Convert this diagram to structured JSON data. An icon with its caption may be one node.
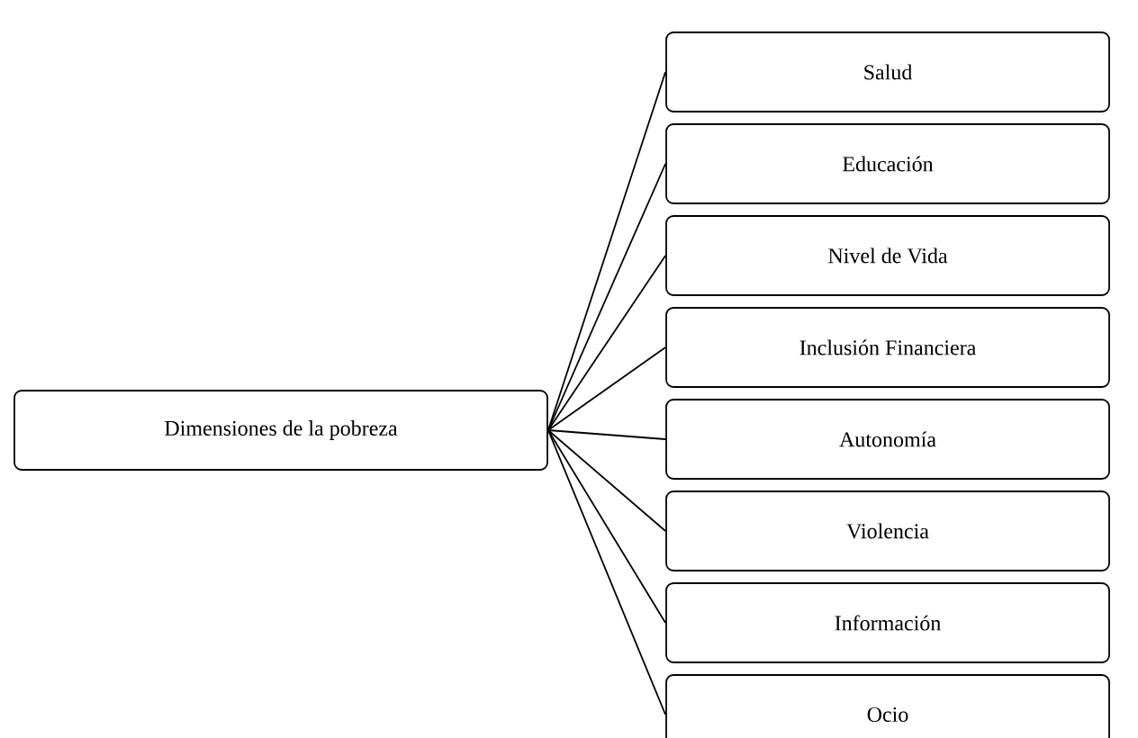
{
  "diagram": {
    "nodes": [
      {
        "text": [
          "Dimensiones de la pobreza"
        ]
      },
      {
        "text": [
          "Salud"
        ]
      },
      {
        "text": [
          "Educación"
        ]
      },
      {
        "text": [
          "Nivel de Vida"
        ]
      },
      {
        "text": [
          "Inclusión Financiera"
        ]
      },
      {
        "text": [
          "Autonomía"
        ]
      },
      {
        "text": [
          "Violencia"
        ]
      },
      {
        "text": [
          "Información"
        ]
      },
      {
        "text": [
          "Ocio"
        ]
      }
    ],
    "edges": [
      {
        "from": 0,
        "to": 1,
        "arrow": "none"
      },
      {
        "from": 0,
        "to": 2,
        "arrow": "none"
      },
      {
        "from": 0,
        "to": 3,
        "arrow": "none"
      },
      {
        "from": 0,
        "to": 4,
        "arrow": "none"
      },
      {
        "from": 0,
        "to": 5,
        "arrow": "none"
      },
      {
        "from": 0,
        "to": 6,
        "arrow": "none"
      },
      {
        "from": 0,
        "to": 7,
        "arrow": "none"
      },
      {
        "from": 0,
        "to": 8,
        "arrow": "none"
      }
    ]
  }
}
